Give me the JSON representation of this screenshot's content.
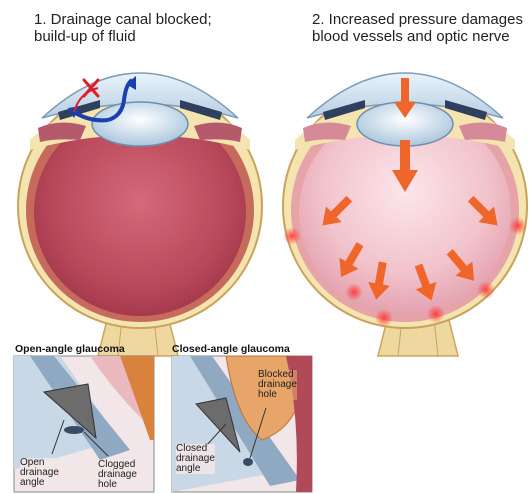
{
  "captions": {
    "step1": "1. Drainage canal blocked;\nbuild-up of fluid",
    "step2": "2. Increased pressure damages\nblood vessels and optic nerve"
  },
  "insets": {
    "open": {
      "title": "Open-angle glaucoma",
      "label_angle": "Open\ndrainage\nangle",
      "label_hole": "Clogged\ndrainage\nhole"
    },
    "closed": {
      "title": "Closed-angle glaucoma",
      "label_blocked": "Blocked\ndrainage\nhole",
      "label_angle": "Closed\ndrainage\nangle"
    }
  },
  "colors": {
    "pressure_arrow": "#f0662a",
    "flow_arrow": "#1a3fb0",
    "blocked_mark": "#e11d2a",
    "vitreous_normal": "#b8475a",
    "vitreous_pressure": "#f2c3cc"
  }
}
